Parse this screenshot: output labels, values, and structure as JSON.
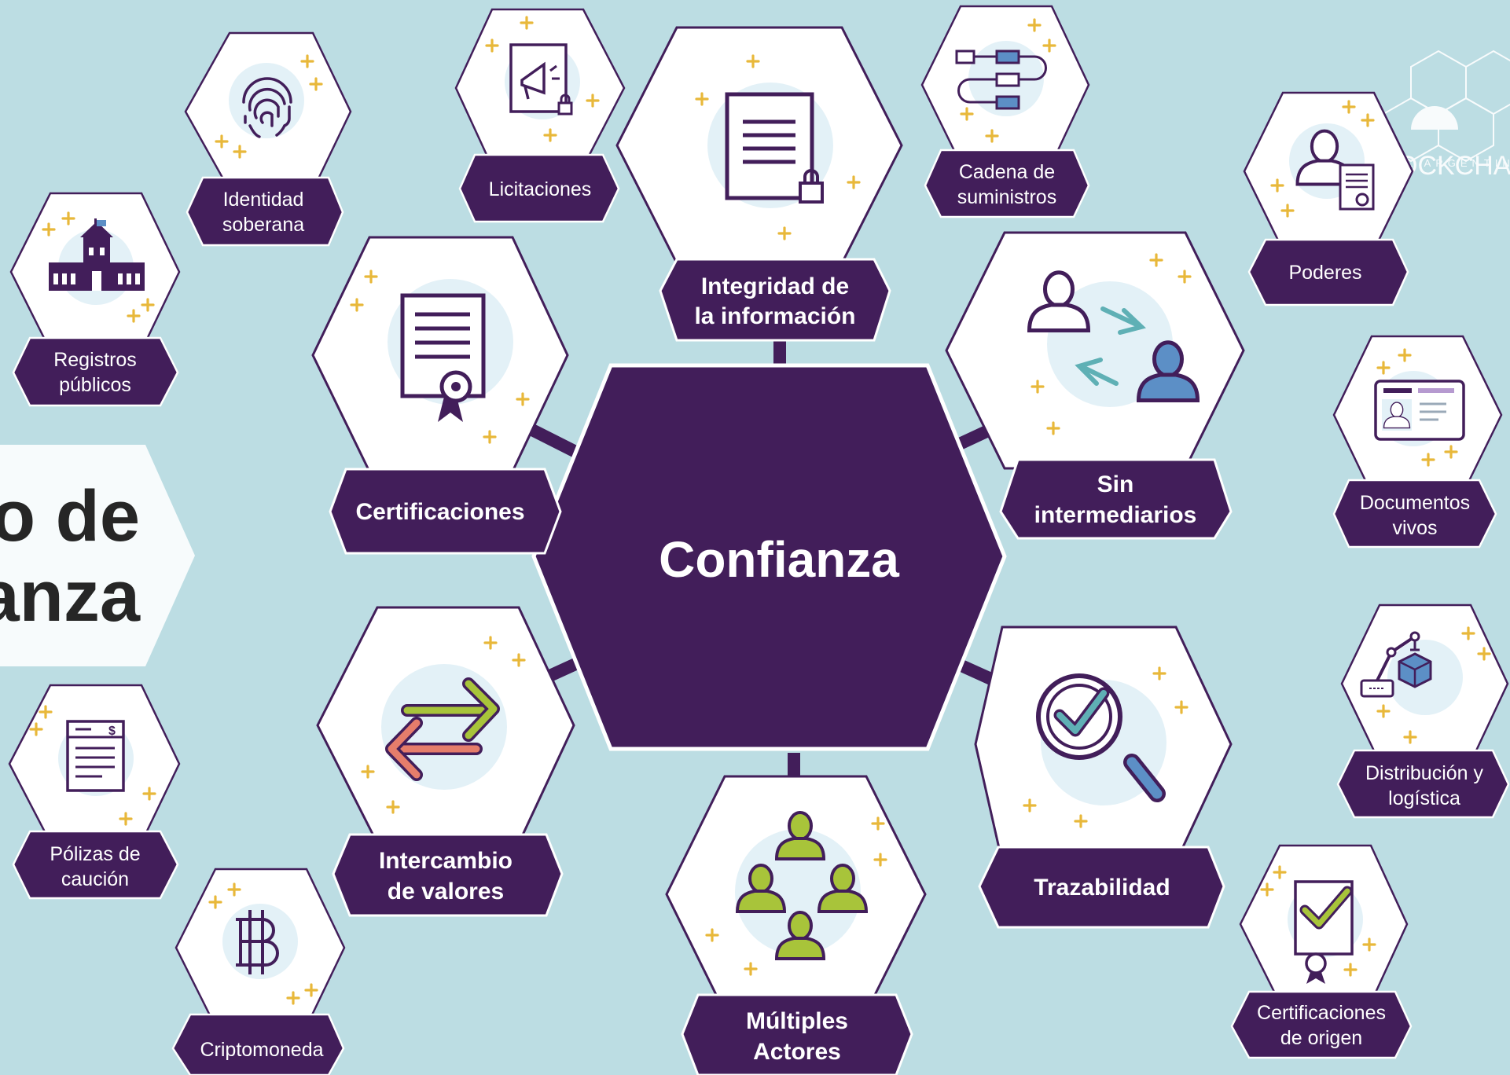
{
  "title": {
    "line1": "o de",
    "line2": "anza"
  },
  "center": {
    "label": "Confianza"
  },
  "logo": {
    "text_top": "OCKCHAIN",
    "text_bottom": "L ARGENTIN"
  },
  "nodes": {
    "integridad": {
      "line1": "Integridad de",
      "line2": "la información"
    },
    "certificaciones": {
      "line1": "Certificaciones"
    },
    "sin_intermediarios": {
      "line1": "Sin",
      "line2": "intermediarios"
    },
    "intercambio": {
      "line1": "Intercambio",
      "line2": "de valores"
    },
    "trazabilidad": {
      "line1": "Trazabilidad"
    },
    "multiples": {
      "line1": "Múltiples",
      "line2": "Actores"
    },
    "identidad": {
      "line1": "Identidad",
      "line2": "soberana"
    },
    "licitaciones": {
      "line1": "Licitaciones"
    },
    "cadena": {
      "line1": "Cadena de",
      "line2": "suministros"
    },
    "poderes": {
      "line1": "Poderes"
    },
    "registros": {
      "line1": "Registros",
      "line2": "públicos"
    },
    "documentos": {
      "line1": "Documentos",
      "line2": "vivos"
    },
    "distribucion": {
      "line1": "Distribución y",
      "line2": "logística"
    },
    "polizas": {
      "line1": "Pólizas de",
      "line2": "caución"
    },
    "criptomoneda": {
      "line1": "Criptomoneda"
    },
    "cert_origen": {
      "line1": "Certificaciones",
      "line2": "de origen"
    }
  },
  "icons": {
    "integridad": "document-lock-icon",
    "certificaciones": "certificate-icon",
    "sin_intermediarios": "peer-to-peer-icon",
    "intercambio": "exchange-arrows-icon",
    "trazabilidad": "magnifier-check-icon",
    "multiples": "group-users-icon",
    "identidad": "fingerprint-icon",
    "licitaciones": "megaphone-lock-icon",
    "cadena": "flow-chart-icon",
    "poderes": "person-document-icon",
    "registros": "building-icon",
    "documentos": "id-card-icon",
    "distribucion": "robot-arm-icon",
    "polizas": "invoice-icon",
    "criptomoneda": "bitcoin-icon",
    "cert_origen": "certificate-check-icon"
  },
  "colors": {
    "background": "#bcdde3",
    "purple": "#421e5a",
    "white": "#ffffff",
    "sparkle": "#e8b83a",
    "icon_bg": "#e3f1f7",
    "lime": "#a8c43a",
    "coral": "#e57d6b",
    "blue": "#5c8fc6"
  }
}
